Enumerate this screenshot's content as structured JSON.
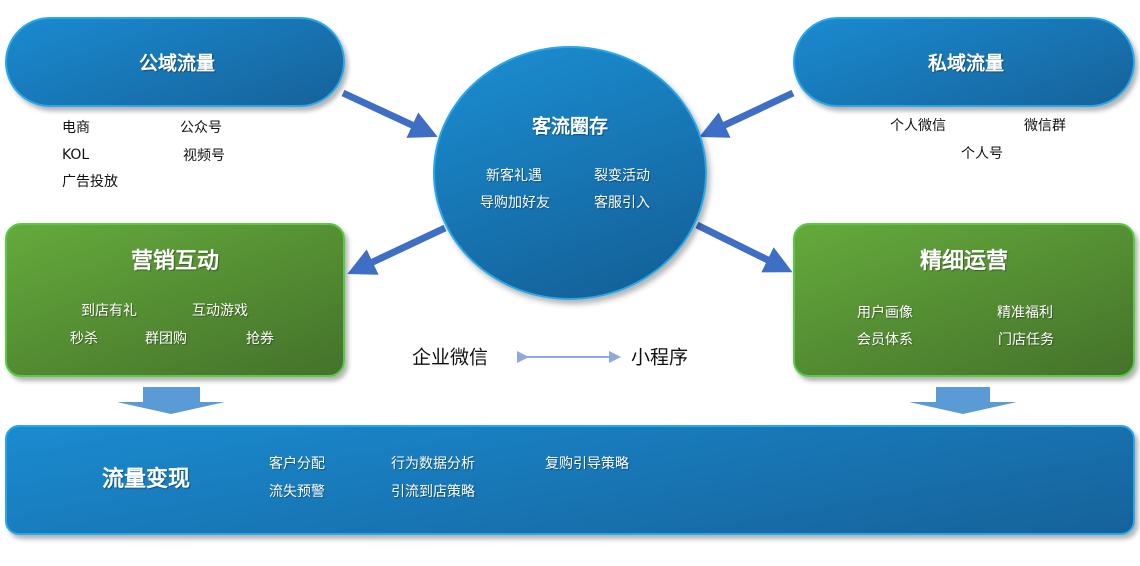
{
  "public_traffic": {
    "title": "公域流量",
    "items": [
      "电商",
      "公众号",
      "KOL",
      "视频号",
      "广告投放"
    ]
  },
  "private_traffic": {
    "title": "私域流量",
    "items": [
      "个人微信",
      "微信群",
      "个人号"
    ]
  },
  "retention": {
    "title": "客流圈存",
    "items": [
      "新客礼遇",
      "裂变活动",
      "导购加好友",
      "客服引入"
    ]
  },
  "marketing": {
    "title": "营销互动",
    "items": [
      "到店有礼",
      "互动游戏",
      "秒杀",
      "群团购",
      "抢券"
    ]
  },
  "operations": {
    "title": "精细运营",
    "items": [
      "用户画像",
      "精准福利",
      "会员体系",
      "门店任务"
    ]
  },
  "channels": {
    "left": "企业微信",
    "right": "小程序"
  },
  "monetization": {
    "title": "流量变现",
    "items": [
      "客户分配",
      "流失预警",
      "行为数据分析",
      "引流到店策略",
      "复购引导策略"
    ]
  },
  "colors": {
    "blue": "#1a7fc0",
    "green": "#5a9a36",
    "arrow": "#3f6fc4",
    "light_arrow": "#5b9bd5"
  }
}
